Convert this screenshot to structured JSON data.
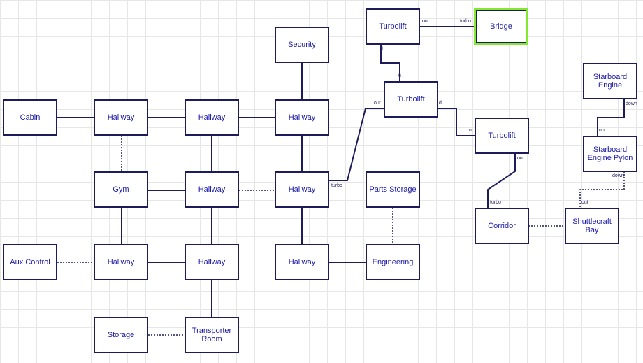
{
  "colors": {
    "line": "#1c1c5c",
    "text": "#1a1aa8",
    "selected": "#83e830",
    "grid": "#e6e6e6"
  },
  "rooms": {
    "cabin": "Cabin",
    "hallway_1": "Hallway",
    "hallway_2": "Hallway",
    "hallway_3": "Hallway",
    "security": "Security",
    "gym": "Gym",
    "hallway_4": "Hallway",
    "hallway_5": "Hallway",
    "parts_storage": "Parts Storage",
    "aux_control": "Aux Control",
    "hallway_6": "Hallway",
    "hallway_7": "Hallway",
    "hallway_8": "Hallway",
    "engineering": "Engineering",
    "storage": "Storage",
    "transporter_room": "Transporter Room",
    "turbolift_1": "Turbolift",
    "bridge": "Bridge",
    "turbolift_2": "Turbolift",
    "turbolift_3": "Turbolift",
    "corridor": "Corridor",
    "shuttlecraft_bay": "Shuttlecraft Bay",
    "starboard_engine": "Starboard Engine",
    "starboard_engine_pylon": "Starboard Engine Pylon"
  },
  "exit_labels": {
    "t1_out": "out",
    "bridge_turbo": "turbo",
    "t1_d": "d",
    "t2_u": "u",
    "t2_out": "out",
    "t2_d": "d",
    "t3_u": "u",
    "h5_turbo": "turbo",
    "t3_out": "out",
    "corridor_turbo": "turbo",
    "engine_down": "down",
    "pylon_up": "up",
    "pylon_down": "down",
    "bay_out": "out"
  }
}
